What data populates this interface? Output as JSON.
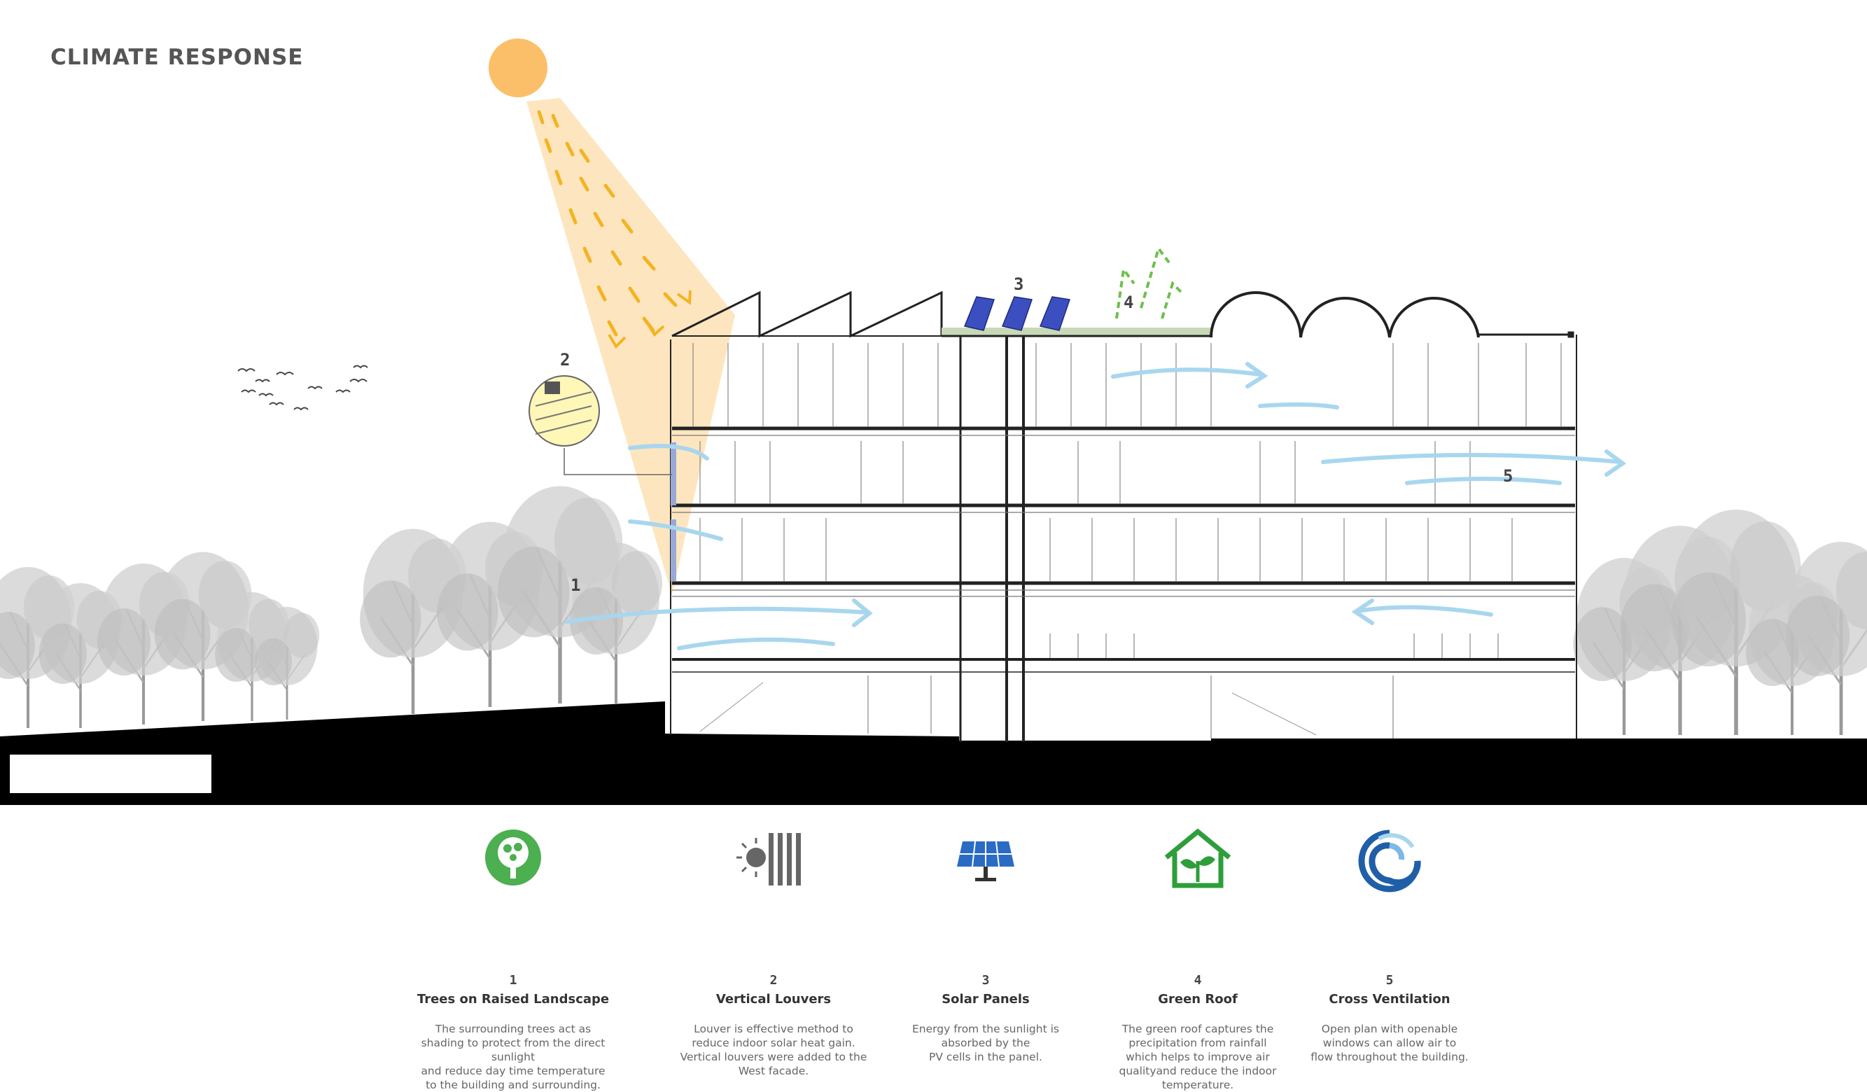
{
  "title": "CLIMATE RESPONSE",
  "diagram_numbers": {
    "n1": "1",
    "n2": "2",
    "n3": "3",
    "n4": "4",
    "n5": "5"
  },
  "legend": [
    {
      "number": "1",
      "name": "Trees on Raised Landscape",
      "icon": "tree-icon",
      "desc": [
        "The surrounding trees act as",
        "shading to protect from the direct sunlight",
        "and reduce day time temperature",
        "to the building and surrounding."
      ]
    },
    {
      "number": "2",
      "name": "Vertical Louvers",
      "icon": "louver-icon",
      "desc": [
        "Louver is effective method to",
        "reduce indoor solar heat gain.",
        "Vertical louvers were added to the",
        "West facade."
      ]
    },
    {
      "number": "3",
      "name": "Solar Panels",
      "icon": "solar-panel-icon",
      "desc": [
        "Energy from the sunlight is",
        "absorbed by the",
        "PV cells in the panel."
      ]
    },
    {
      "number": "4",
      "name": "Green Roof",
      "icon": "green-house-icon",
      "desc": [
        "The green roof captures the",
        "precipitation from rainfall",
        "which helps to improve air",
        "qualityand reduce the indoor",
        "temperature."
      ]
    },
    {
      "number": "5",
      "name": "Cross Ventilation",
      "icon": "wind-swirl-icon",
      "desc": [
        "Open plan with openable",
        "windows can allow air to",
        "flow throughout the building."
      ]
    }
  ],
  "colors": {
    "sun": "#fbbf6a",
    "sun_beam": "#fde2b4",
    "sun_ray": "#f7c030",
    "wind": "#a9d6ef",
    "green": "#4caf50",
    "ground": "#000000",
    "tree": "#b4b4b4"
  }
}
